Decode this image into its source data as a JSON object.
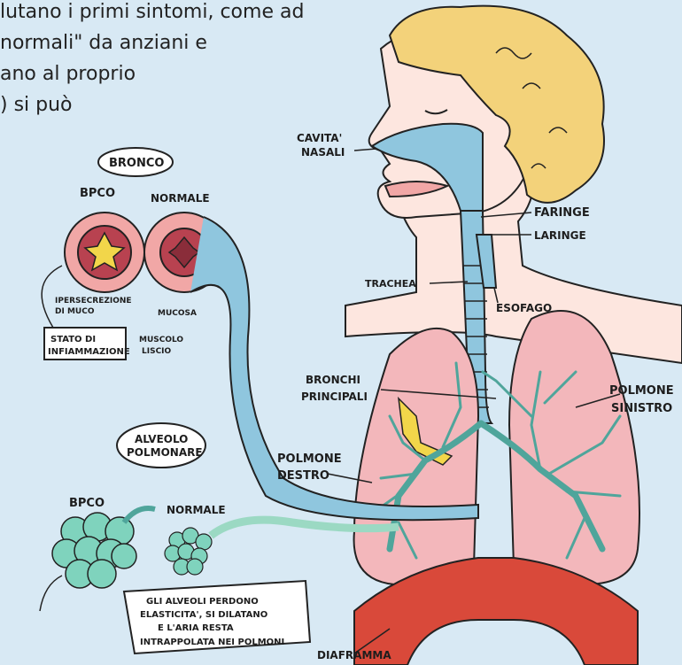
{
  "intro_text": {
    "line1": "lutano i primi sintomi, come ad",
    "line2": "normali\" da anziani e",
    "line3": "ano al proprio",
    "line4": ") si può"
  },
  "labels": {
    "cavita": "CAVITA'",
    "nasali": "NASALI",
    "faringe": "FARINGE",
    "laringe": "LARINGE",
    "trachea": "TRACHEA",
    "esofago": "ESOFAGO",
    "bronchi": "BRONCHI",
    "principali": "PRINCIPALI",
    "polmone_sinistro_1": "POLMONE",
    "polmone_sinistro_2": "SINISTRO",
    "polmone_destro_1": "POLMONE",
    "polmone_destro_2": "DESTRO",
    "diaframma": "DIAFRAMMA"
  },
  "bronco_panel": {
    "title": "BRONCO",
    "bpco": "BPCO",
    "normale": "NORMALE",
    "ipersecrezione_1": "IPERSECREZIONE",
    "ipersecrezione_2": "DI MUCO",
    "mucosa": "MUCOSA",
    "muscolo_1": "MUSCOLO",
    "muscolo_2": "LISCIO",
    "infiammazione_1": "STATO DI",
    "infiammazione_2": "INFIAMMAZIONE"
  },
  "alveolo_panel": {
    "title_1": "ALVEOLO",
    "title_2": "POLMONARE",
    "bpco": "BPCO",
    "normale": "NORMALE",
    "note_1": "GLI ALVEOLI PERDONO",
    "note_2": "ELASTICITA', SI DILATANO",
    "note_3": "E L'ARIA RESTA",
    "note_4": "INTRAPPOLATA NEI POLMONI"
  },
  "colors": {
    "background": "#d8e9f4",
    "skin": "#fde6df",
    "hair": "#f3d27a",
    "airway": "#8fc6de",
    "lung": "#f3b7bb",
    "diaphragm": "#d9493a",
    "branch": "#4fa59b",
    "alveolus": "#7fd3bd",
    "inflamed_yellow": "#f2d64a"
  }
}
